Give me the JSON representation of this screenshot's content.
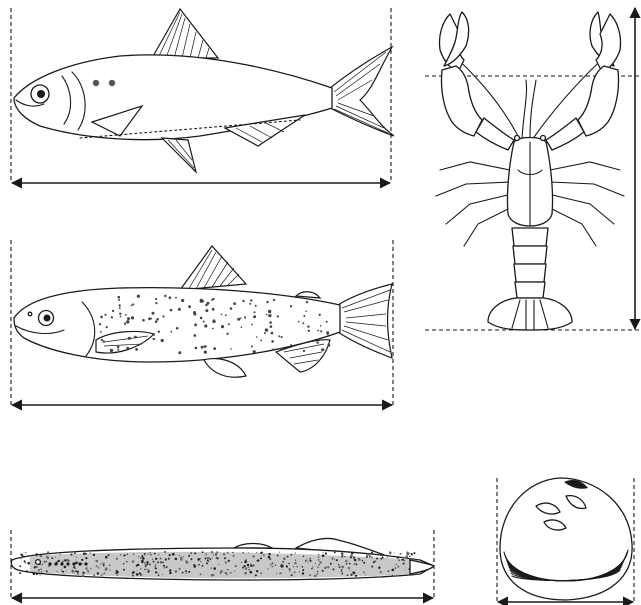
{
  "colors": {
    "ink": "#1a1a1a",
    "background": "#ffffff",
    "eel_shade": "#9a9a9a"
  },
  "figures": [
    {
      "id": "herring",
      "icon": "fish-herring-icon"
    },
    {
      "id": "trout",
      "icon": "fish-trout-icon"
    },
    {
      "id": "lamprey",
      "icon": "lamprey-icon"
    },
    {
      "id": "crayfish",
      "icon": "crayfish-icon"
    },
    {
      "id": "clam",
      "icon": "clam-icon"
    }
  ]
}
